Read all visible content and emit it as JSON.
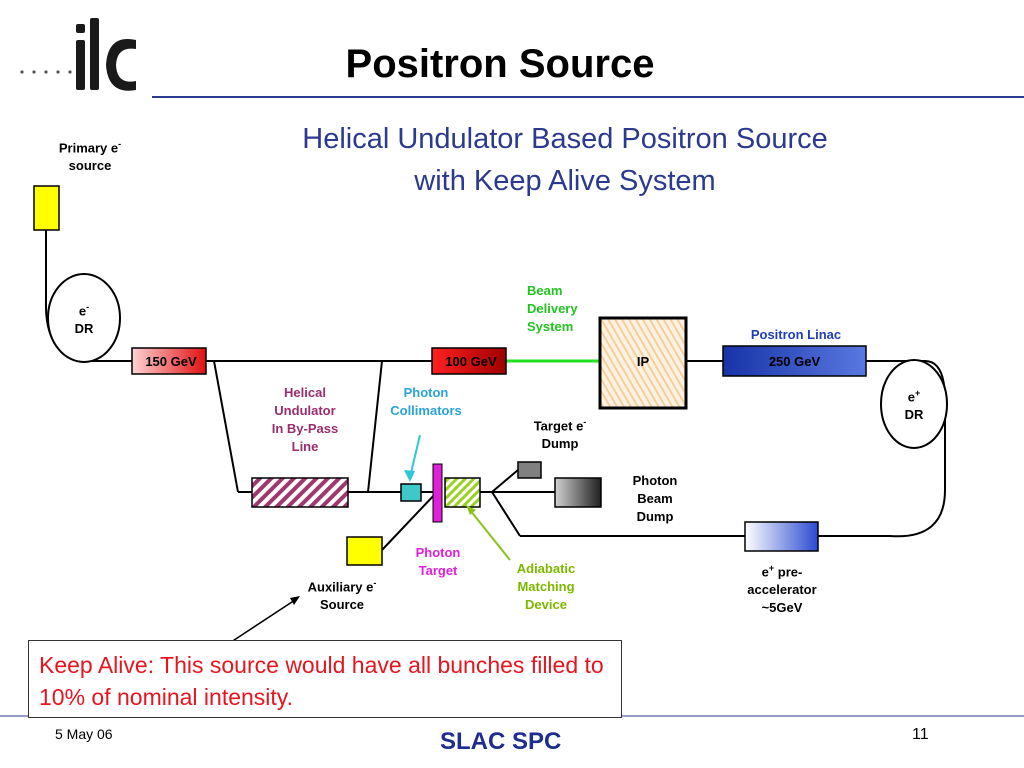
{
  "slide": {
    "title": "Positron Source",
    "subtitle_line1": "Helical Undulator Based Positron Source",
    "subtitle_line2": "with Keep Alive System",
    "logo_text": "ilc"
  },
  "diagram": {
    "primary_source": {
      "line1": "Primary e",
      "sup": "-",
      "line2": "source"
    },
    "e_minus_dr": {
      "line1": "e",
      "sup": "-",
      "line2": "DR"
    },
    "e_plus_dr": {
      "line1": "e",
      "sup": "+",
      "line2": "DR"
    },
    "linac_150": "150 GeV",
    "linac_100": "100 GeV",
    "linac_250": "250 GeV",
    "positron_linac_label": "Positron Linac",
    "beam_delivery": {
      "line1": "Beam",
      "line2": "Delivery",
      "line3": "System"
    },
    "ip": "IP",
    "helical_undulator": {
      "line1": "Helical",
      "line2": "Undulator",
      "line3": "In By-Pass",
      "line4": "Line"
    },
    "photon_collimators": {
      "line1": "Photon",
      "line2": "Collimators"
    },
    "target_dump": {
      "line1": "Target e",
      "sup": "-",
      "line2": "Dump"
    },
    "photon_beam_dump": {
      "line1": "Photon",
      "line2": "Beam",
      "line3": "Dump"
    },
    "photon_target": {
      "line1": "Photon",
      "line2": "Target"
    },
    "adiabatic_matching": {
      "line1": "Adiabatic",
      "line2": "Matching",
      "line3": "Device"
    },
    "auxiliary_source": {
      "line1": "Auxiliary e",
      "sup": "-",
      "line2": "Source"
    },
    "pre_accelerator": {
      "line1a": "e",
      "sup": "+",
      "line1b": " pre-",
      "line2": "accelerator",
      "line3": "~5GeV"
    }
  },
  "note": "Keep Alive: This source would have all bunches filled to 10% of nominal intensity.",
  "footer": {
    "date": "5 May 06",
    "org": "SLAC SPC",
    "page": "11"
  },
  "colors": {
    "title_blue": "#2b3a8f",
    "note_red": "#e8141e",
    "undulator_purple": "#9a2d6e",
    "photon_cyan": "#2aa3d6",
    "photon_target_magenta": "#e020d8",
    "adiabatic_green": "#7cb800",
    "bds_green": "#22c322",
    "linac_blue": "#1f3fb8"
  }
}
